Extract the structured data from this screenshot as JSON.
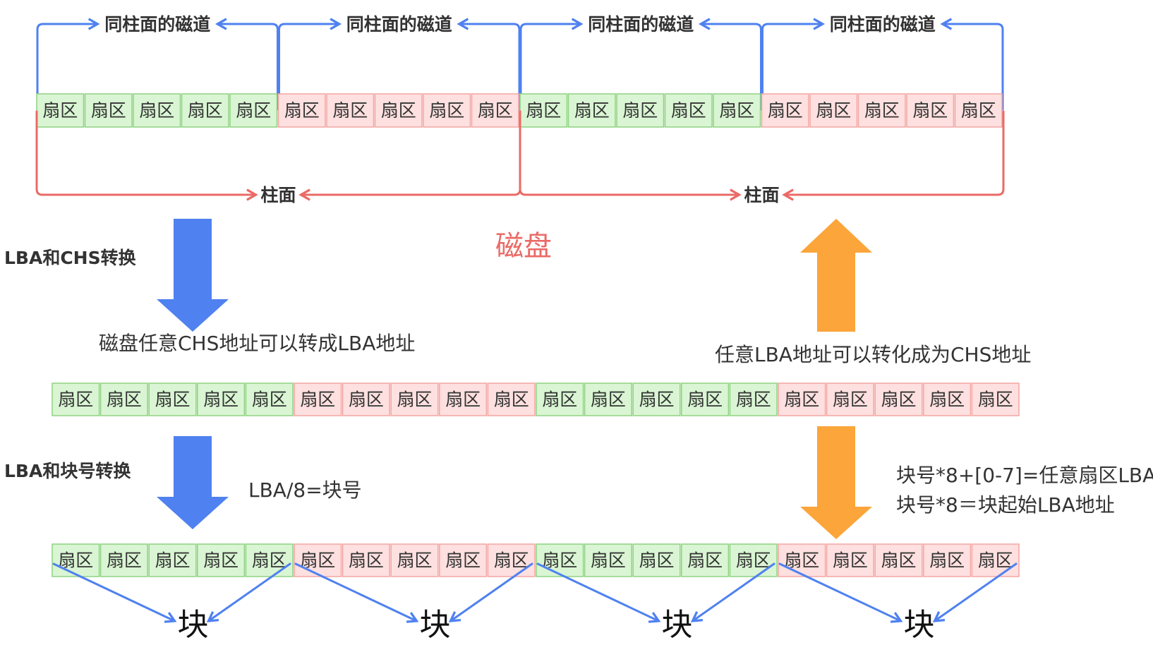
{
  "top_track": {
    "labels": [
      "同柱面的磁道",
      "同柱面的磁道",
      "同柱面的磁道",
      "同柱面的磁道"
    ],
    "sector_label": "扇区",
    "sectors_per_track": 5
  },
  "cylinder": {
    "labels": [
      "柱面",
      "柱面"
    ]
  },
  "disk_label": "磁盘",
  "chs_section": {
    "title": "LBA和CHS转换",
    "down_caption": "磁盘任意CHS地址可以转成LBA地址",
    "up_caption": "任意LBA地址可以转化成为CHS地址"
  },
  "lba_row": {
    "sector_label": "扇区",
    "count": 20
  },
  "block_section": {
    "title": "LBA和块号转换",
    "down_caption": "LBA/8=块号",
    "up_caption_line1": "块号*8+[0-7]=任意扇区LBA",
    "up_caption_line2": "块号*8＝块起始LBA地址"
  },
  "block_row": {
    "sector_label": "扇区",
    "count": 20,
    "block_label": "块",
    "block_count": 4
  },
  "colors": {
    "green_fill": "#d9f5d3",
    "red_fill": "#fde0df",
    "blue": "#4f81f0",
    "red": "#ea6a66",
    "orange": "#fba53a"
  }
}
